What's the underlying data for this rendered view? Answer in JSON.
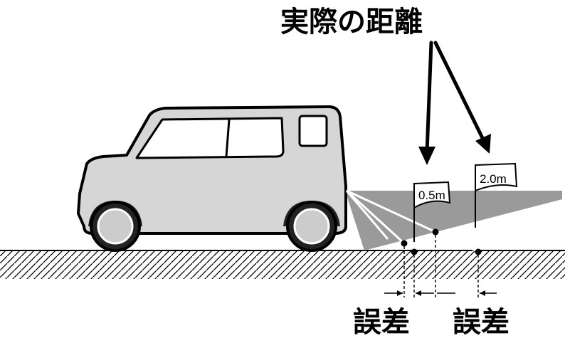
{
  "title": "実際の距離",
  "flags": {
    "near": "0.5m",
    "far": "2.0m"
  },
  "error_labels": {
    "left": "誤差",
    "right": "誤差"
  },
  "colors": {
    "shade": "#9a9a9a",
    "car_body": "#d6d6d6",
    "car_outline": "#000000",
    "window": "#ffffff",
    "tire": "#222222",
    "hub": "#cccccc"
  },
  "icons": [
    "car-icon",
    "flag-icon",
    "arrow-icon",
    "dimension-arrow-icon"
  ]
}
